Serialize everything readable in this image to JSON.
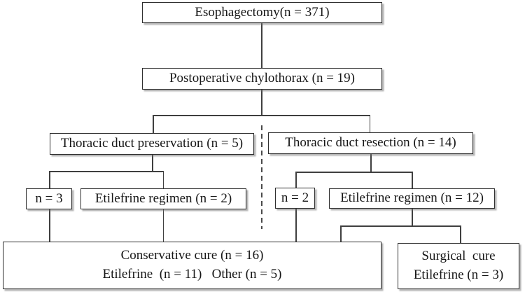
{
  "flowchart": {
    "root": {
      "label": "Esophagectomy(n = 371)"
    },
    "level2": {
      "label": "Postoperative chylothorax (n = 19)"
    },
    "branches": {
      "preservation": {
        "label": "Thoracic duct preservation (n = 5)",
        "no_regimen": "n = 3",
        "etilefrine": "Etilefrine regimen (n = 2)"
      },
      "resection": {
        "label": "Thoracic duct resection (n = 14)",
        "no_regimen": "n = 2",
        "etilefrine": "Etilefrine regimen (n = 12)"
      }
    },
    "outcomes": {
      "conservative": {
        "line1": "Conservative cure (n = 16)",
        "line2": "Etilefrine  (n = 11)   Other (n = 5)"
      },
      "surgical": {
        "line1": "Surgical  cure",
        "line2": "Etilefrine (n = 3)"
      }
    }
  },
  "colors": {
    "background": "#ffffff",
    "box_border": "#2e2e2e",
    "connector": "#3f3f3f",
    "shadow": "#6e6e6e",
    "text": "#161616"
  }
}
